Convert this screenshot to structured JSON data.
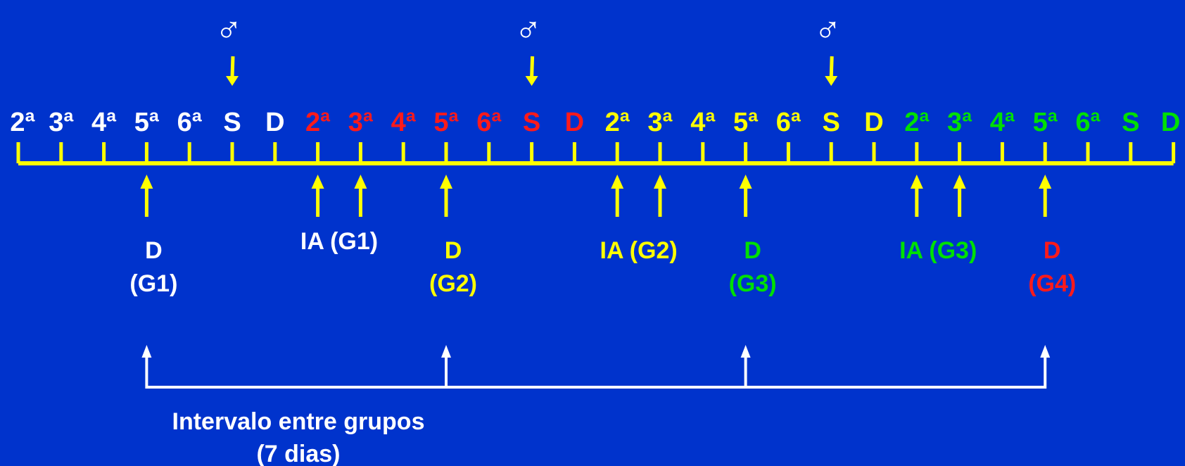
{
  "colors": {
    "background": "#0033cc",
    "white": "#ffffff",
    "red": "#ff1a1a",
    "yellow": "#ffff00",
    "green": "#00e000"
  },
  "male_symbol": "♂",
  "weeks": [
    {
      "color": "white",
      "days": [
        "2ª",
        "3ª",
        "4ª",
        "5ª",
        "6ª",
        "S",
        "D"
      ]
    },
    {
      "color": "red",
      "days": [
        "2ª",
        "3ª",
        "4ª",
        "5ª",
        "6ª",
        "S",
        "D"
      ]
    },
    {
      "color": "yellow",
      "days": [
        "2ª",
        "3ª",
        "4ª",
        "5ª",
        "6ª",
        "S",
        "D"
      ]
    },
    {
      "color": "green",
      "days": [
        "2ª",
        "3ª",
        "4ª",
        "5ª",
        "6ª",
        "S",
        "D"
      ]
    }
  ],
  "male_days": [
    5,
    12,
    19
  ],
  "event_arrow_days": [
    3,
    7,
    8,
    10,
    14,
    15,
    17,
    21,
    22,
    24
  ],
  "event_labels": [
    {
      "lines": [
        "D",
        "(G1)"
      ],
      "color": "white",
      "anchor_days": [
        3
      ]
    },
    {
      "lines": [
        "IA (G1)"
      ],
      "color": "white",
      "anchor_days": [
        7,
        8
      ],
      "high": true
    },
    {
      "lines": [
        "D",
        "(G2)"
      ],
      "color": "yellow",
      "anchor_days": [
        10
      ]
    },
    {
      "lines": [
        "IA (G2)"
      ],
      "color": "yellow",
      "anchor_days": [
        14,
        15
      ]
    },
    {
      "lines": [
        "D",
        "(G3)"
      ],
      "color": "green",
      "anchor_days": [
        17
      ]
    },
    {
      "lines": [
        "IA (G3)"
      ],
      "color": "green",
      "anchor_days": [
        21,
        22
      ]
    },
    {
      "lines": [
        "D",
        "(G4)"
      ],
      "color": "red",
      "anchor_days": [
        24
      ]
    }
  ],
  "interval_bracket_days": [
    3,
    10,
    17,
    24
  ],
  "interval_label": [
    "Intervalo entre grupos",
    "(7 dias)"
  ]
}
